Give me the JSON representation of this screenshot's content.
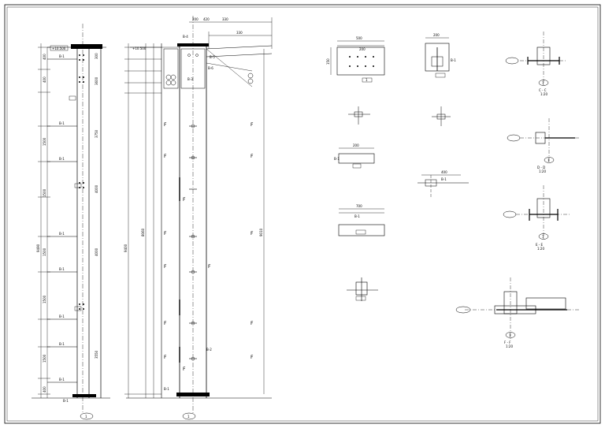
{
  "drawing": {
    "elevation_left": {
      "top_label": "+10.500",
      "bottom_tag": "1",
      "total_dim": "9490",
      "segment_dims": [
        "400",
        "400",
        "1500",
        "1500",
        "1500",
        "1500",
        "1500",
        "400"
      ],
      "right_dims": [
        "300",
        "3600",
        "3750",
        "4000",
        "4000",
        "3550"
      ],
      "bolt_labels": [
        "B-1",
        "B-1",
        "B-1",
        "B-1",
        "B-1",
        "B-1",
        "B-1",
        "B-1"
      ],
      "base_label": "B-1"
    },
    "elevation_right": {
      "top_label": "+10.500",
      "bottom_tag": "1",
      "top_dims": [
        "200",
        "420",
        "330"
      ],
      "top_dim_main": "330",
      "total_dim_left": "9400",
      "total_dim_mid": "8060",
      "inner_dim": "9010",
      "callouts": [
        "B-4",
        "B-5",
        "B-6",
        "B-3",
        "B-2"
      ],
      "section_marks": [
        "F",
        "F",
        "F",
        "F",
        "F",
        "F",
        "F",
        "F",
        "F",
        "F",
        "F",
        "F",
        "F",
        "F"
      ],
      "base_label": "B-1"
    },
    "details": {
      "plate_top_left": {
        "dims": [
          "500",
          "200",
          "150"
        ],
        "tag": "1"
      },
      "plate_top_mid": {
        "dim": "200",
        "label": "B-1"
      },
      "section_c": {
        "title": "C - C",
        "scale": "1:20",
        "tag": "1"
      },
      "section_d": {
        "title": "D - D",
        "scale": "1:20",
        "tag": "1"
      },
      "section_e": {
        "title": "E - E",
        "scale": "1:20",
        "tag": "1"
      },
      "section_f": {
        "title": "F - F",
        "scale": "1:20",
        "tag": "1"
      },
      "bar_detail": {
        "dim": "400",
        "label": "B-1"
      },
      "long_plate": {
        "dim": "700",
        "label": "B-1"
      },
      "small_plate": {
        "dim": "200",
        "label": "B-1"
      }
    }
  }
}
